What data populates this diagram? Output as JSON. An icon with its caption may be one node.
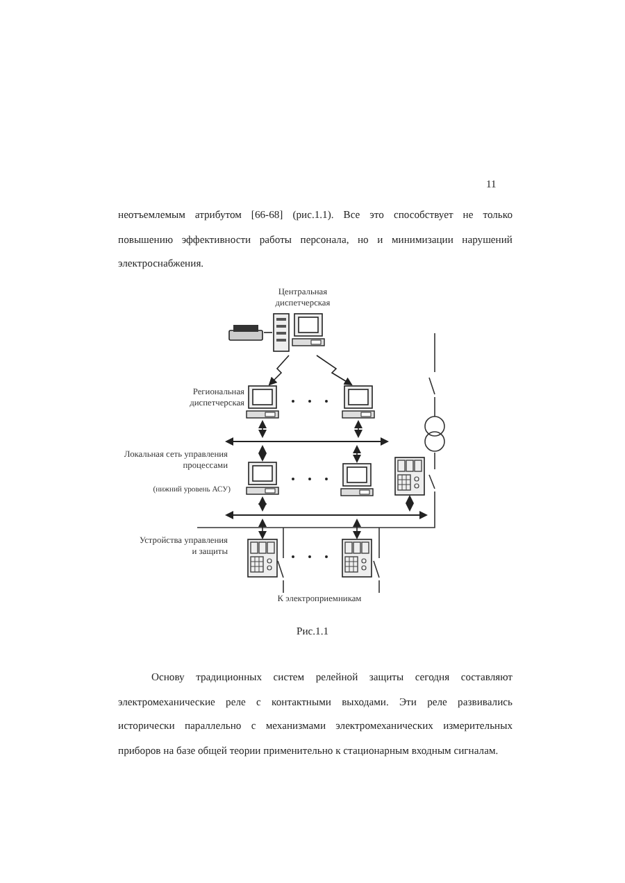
{
  "diagram": {
    "caption": "Рис.1.1",
    "nodes": [
      {
        "text": [],
        "shape": "printer"
      },
      {
        "text": [
          "Центральная диспетчерская"
        ]
      },
      {
        "text": [],
        "shape": "computer"
      },
      {
        "text": [],
        "shape": "computer"
      },
      {
        "text": [],
        "shape": "bar"
      },
      {
        "text": [],
        "shape": "computer"
      },
      {
        "text": [],
        "shape": "computer"
      },
      {
        "text": [],
        "shape": "device"
      },
      {
        "text": [],
        "shape": "bar"
      },
      {
        "text": [],
        "shape": "device"
      },
      {
        "text": [],
        "shape": "device"
      }
    ],
    "edges": [
      {
        "from": 0,
        "to": 1,
        "arrow": "none"
      },
      {
        "from": 1,
        "to": 2,
        "arrow": "to"
      },
      {
        "from": 1,
        "to": 3,
        "arrow": "to"
      },
      {
        "from": 2,
        "to": 4,
        "arrow": "both"
      },
      {
        "from": 3,
        "to": 4,
        "arrow": "both"
      },
      {
        "from": 4,
        "to": 5,
        "arrow": "both"
      },
      {
        "from": 4,
        "to": 6,
        "arrow": "both"
      },
      {
        "from": 5,
        "to": 8,
        "arrow": "both"
      },
      {
        "from": 7,
        "to": 8,
        "arrow": "both"
      },
      {
        "from": 8,
        "to": 9,
        "arrow": "both"
      },
      {
        "from": 8,
        "to": 10,
        "arrow": "both"
      }
    ],
    "labels": [
      "11",
      "неотъемлемым атрибутом [66-68] (рис.1.1). Все это способствует не только повышению эффективности работы персонала, но и минимизации нарушений электроснабжения.",
      "Региональная диспетчерская",
      "Локальная сеть управления процессами",
      "(нижний уровень АСУ)",
      "Устройства управления и защиты",
      "К электроприемникам",
      "Основу традиционных систем релейной защиты сегодня составляют электромеханические реле с контактными выходами. Эти реле развивались исторически параллельно с механизмами электромеханических измерительных приборов на базе общей теории применительно к стационарным входным сигналам."
    ]
  }
}
